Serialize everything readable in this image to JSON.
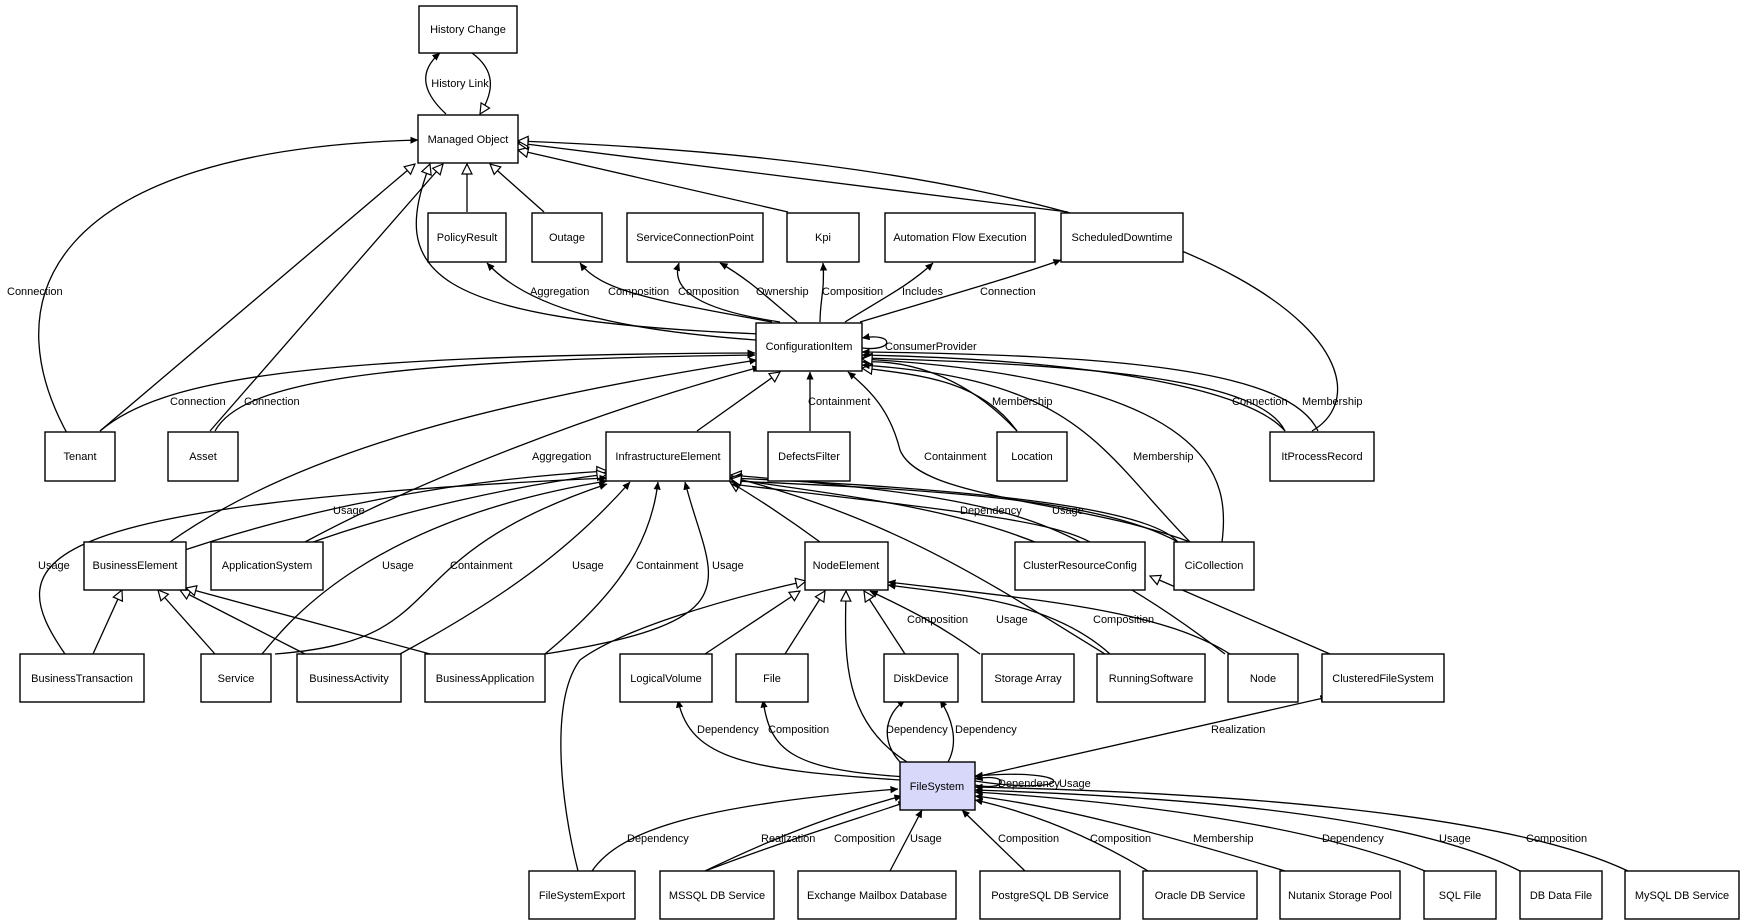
{
  "nodes": {
    "history_change": "History Change",
    "managed_object": "Managed Object",
    "policy_result": "PolicyResult",
    "outage": "Outage",
    "service_connection_point": "ServiceConnectionPoint",
    "kpi": "Kpi",
    "automation_flow_execution": "Automation Flow Execution",
    "scheduled_downtime": "ScheduledDowntime",
    "configuration_item": "ConfigurationItem",
    "tenant": "Tenant",
    "asset": "Asset",
    "infrastructure_element": "InfrastructureElement",
    "defects_filter": "DefectsFilter",
    "location": "Location",
    "it_process_record": "ItProcessRecord",
    "business_element": "BusinessElement",
    "application_system": "ApplicationSystem",
    "node_element": "NodeElement",
    "cluster_resource_config": "ClusterResourceConfig",
    "ci_collection": "CiCollection",
    "business_transaction": "BusinessTransaction",
    "service": "Service",
    "business_activity": "BusinessActivity",
    "business_application": "BusinessApplication",
    "logical_volume": "LogicalVolume",
    "file": "File",
    "disk_device": "DiskDevice",
    "storage_array": "Storage Array",
    "running_software": "RunningSoftware",
    "node": "Node",
    "clustered_file_system": "ClusteredFileSystem",
    "file_system": "FileSystem",
    "file_system_export": "FileSystemExport",
    "mssql_db_service": "MSSQL DB Service",
    "exchange_mailbox_database": "Exchange Mailbox Database",
    "postgresql_db_service": "PostgreSQL DB Service",
    "oracle_db_service": "Oracle DB Service",
    "nutanix_storage_pool": "Nutanix Storage Pool",
    "sql_file": "SQL File",
    "db_data_file": "DB Data File",
    "mysql_db_service": "MySQL DB Service"
  },
  "edge_labels": {
    "history_link": "History Link",
    "tenant_mo_connection": "Connection",
    "ci_policy_aggregation": "Aggregation",
    "ci_outage_composition": "Composition",
    "ci_scp_composition": "Composition",
    "ci_scp_ownership": "Ownership",
    "ci_kpi_composition": "Composition",
    "ci_afe_includes": "Includes",
    "ci_sd_connection": "Connection",
    "ci_consumer_provider": "ConsumerProvider",
    "tenant_ci_connection": "Connection",
    "asset_ci_connection": "Connection",
    "defects_containment": "Containment",
    "location_membership": "Membership",
    "ipr_connection": "Connection",
    "ipr_membership": "Membership",
    "aggregation_ie": "Aggregation",
    "collection_containment": "Containment",
    "collection_membership": "Membership",
    "crc_dependency": "Dependency",
    "collection_usage": "Usage",
    "be_usage": "Usage",
    "bt_usage": "Usage",
    "service_usage": "Usage",
    "service_containment": "Containment",
    "ba_usage": "Usage",
    "bapp_containment": "Containment",
    "bapp_usage": "Usage",
    "storage_composition": "Composition",
    "rs_usage": "Usage",
    "node_composition": "Composition",
    "fs_lv_dependency": "Dependency",
    "fs_file_composition": "Composition",
    "fs_dd_dependency_1": "Dependency",
    "fs_dd_dependency_2": "Dependency",
    "fs_cfs_realization": "Realization",
    "fs_self_dependency": "Dependency",
    "fs_self_usage": "Usage",
    "fse_dependency": "Dependency",
    "mssql_realization": "Realization",
    "mssql_composition": "Composition",
    "exchange_usage": "Usage",
    "postgres_composition": "Composition",
    "oracle_composition": "Composition",
    "nutanix_membership": "Membership",
    "sqlfile_dependency": "Dependency",
    "dbdata_usage": "Usage",
    "mysql_composition": "Composition"
  }
}
